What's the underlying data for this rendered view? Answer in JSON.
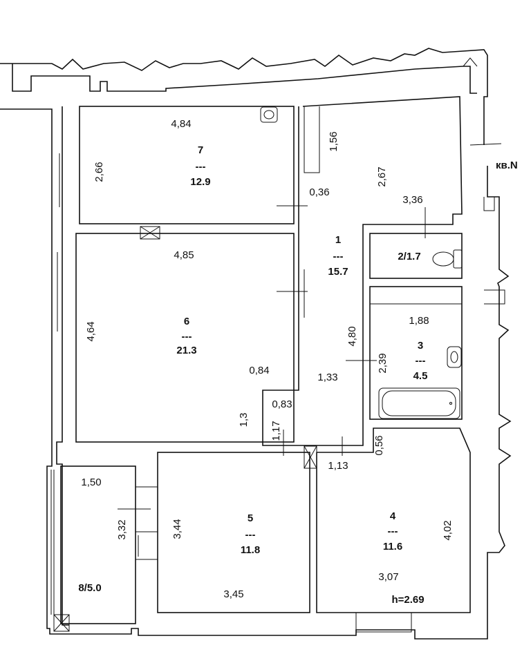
{
  "apartment_label": "кв.N",
  "ceiling_height": "h=2.69",
  "rooms": [
    {
      "id": "7",
      "sep": "---",
      "area": "12.9"
    },
    {
      "id": "6",
      "sep": "---",
      "area": "21.3"
    },
    {
      "id": "1",
      "sep": "---",
      "area": "15.7"
    },
    {
      "id": "3",
      "sep": "---",
      "area": "4.5"
    },
    {
      "id": "5",
      "sep": "---",
      "area": "11.8"
    },
    {
      "id": "4",
      "sep": "---",
      "area": "11.6"
    }
  ],
  "combined_labels": {
    "room_2": "2/1.7",
    "room_8": "8/5.0"
  },
  "dimensions": [
    "4,84",
    "2,66",
    "1,56",
    "2,67",
    "0,36",
    "3,36",
    "4,85",
    "4,64",
    "0,84",
    "1,3",
    "4,80",
    "1,88",
    "2,39",
    "1,33",
    "0,83",
    "1,17",
    "0,56",
    "1,13",
    "1,50",
    "3,32",
    "3,44",
    "3,45",
    "4,02",
    "3,07"
  ]
}
